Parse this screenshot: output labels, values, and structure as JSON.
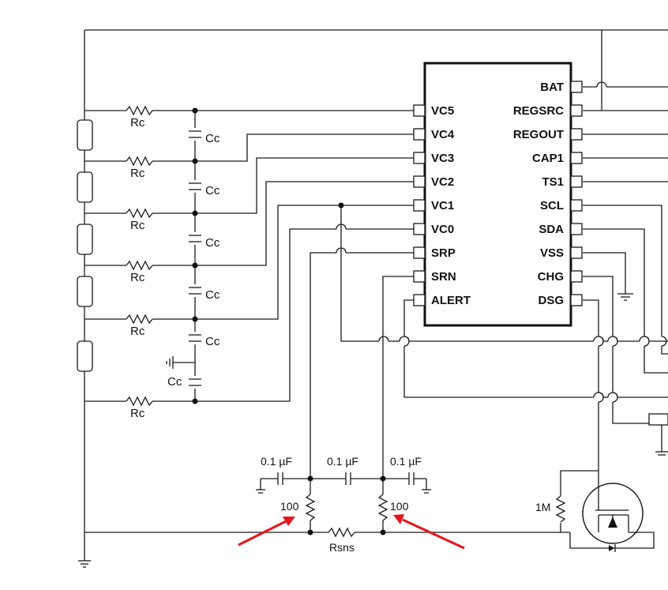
{
  "ic": {
    "left_pins": [
      "VC5",
      "VC4",
      "VC3",
      "VC2",
      "VC1",
      "VC0",
      "SRP",
      "SRN",
      "ALERT"
    ],
    "right_pins": [
      "BAT",
      "REGSRC",
      "REGOUT",
      "CAP1",
      "TS1",
      "SCL",
      "SDA",
      "VSS",
      "CHG",
      "DSG"
    ]
  },
  "components": {
    "rc_label": "Rc",
    "cc_label": "Cc",
    "cap_value": "0.1 µF",
    "res_100": "100",
    "rsns": "Rsns",
    "res_1m": "1M"
  },
  "colors": {
    "wire": "#1a1a1a",
    "arrow": "#e8141b"
  }
}
